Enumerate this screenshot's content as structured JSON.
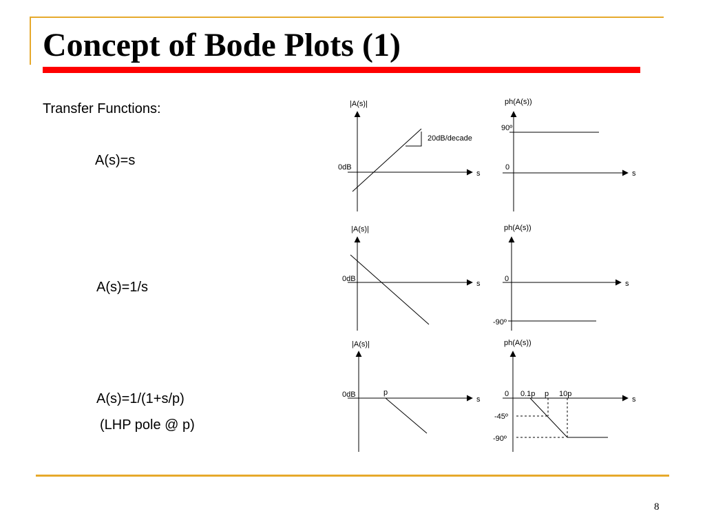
{
  "slide": {
    "title": "Concept of Bode Plots (1)",
    "intro": "Transfer Functions:",
    "page_number": "8"
  },
  "rows": [
    {
      "function": "A(s)=s",
      "mag": {
        "ylabel": "|A(s)|",
        "ref": "0dB",
        "xlabel": "s",
        "slope_label": "20dB/decade"
      },
      "phase": {
        "ylabel": "ph(A(s))",
        "level": "90º",
        "zero": "0",
        "xlabel": "s"
      }
    },
    {
      "function": "A(s)=1/s",
      "mag": {
        "ylabel": "|A(s)|",
        "ref": "0dB",
        "xlabel": "s"
      },
      "phase": {
        "ylabel": "ph(A(s))",
        "zero": "0",
        "level": "-90º",
        "xlabel": "s"
      }
    },
    {
      "function": "A(s)=1/(1+s/p)",
      "note": "(LHP pole @ p)",
      "mag": {
        "ylabel": "|A(s)|",
        "ref": "0dB",
        "pole": "p",
        "xlabel": "s"
      },
      "phase": {
        "ylabel": "ph(A(s))",
        "zero": "0",
        "tick1": "0.1p",
        "tick2": "p",
        "tick3": "10p",
        "level1": "-45º",
        "level2": "-90º",
        "xlabel": "s"
      }
    }
  ]
}
